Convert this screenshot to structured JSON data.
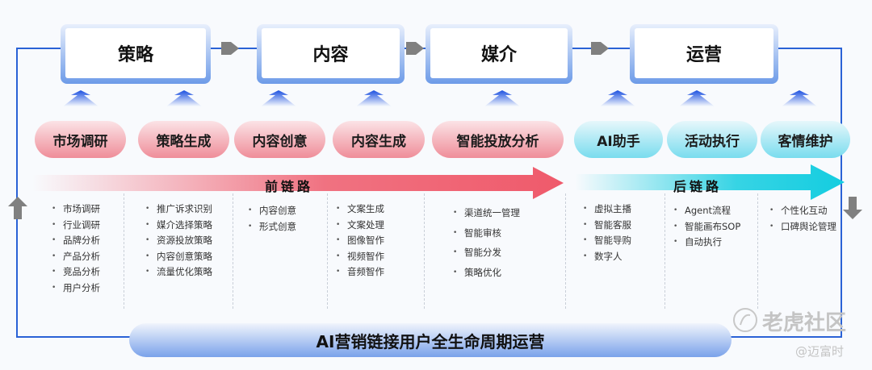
{
  "stages": [
    {
      "label": "策略"
    },
    {
      "label": "内容"
    },
    {
      "label": "媒介"
    },
    {
      "label": "运营"
    }
  ],
  "pills": [
    {
      "label": "市场调研",
      "group": "front"
    },
    {
      "label": "策略生成",
      "group": "front"
    },
    {
      "label": "内容创意",
      "group": "front"
    },
    {
      "label": "内容生成",
      "group": "front"
    },
    {
      "label": "智能投放分析",
      "group": "front"
    },
    {
      "label": "AI助手",
      "group": "back"
    },
    {
      "label": "活动执行",
      "group": "back"
    },
    {
      "label": "客情维护",
      "group": "back"
    }
  ],
  "front_chain": "前链路",
  "back_chain": "后链路",
  "columns": [
    [
      "市场调研",
      "行业调研",
      "品牌分析",
      "产品分析",
      "竞品分析",
      "用户分析"
    ],
    [
      "推广诉求识别",
      "媒介选择策略",
      "资源投放策略",
      "内容创意策略",
      "流量优化策略"
    ],
    [
      "内容创意",
      "形式创意"
    ],
    [
      "文案生成",
      "文案处理",
      "图像智作",
      "视频智作",
      "音频智作"
    ],
    [
      "渠道统一管理",
      "智能审核",
      "智能分发",
      "策略优化"
    ],
    [
      "虚拟主播",
      "智能客服",
      "智能导购",
      "数字人"
    ],
    [
      "Agent流程",
      "智能画布SOP",
      "自动执行"
    ],
    [
      "个性化互动",
      "口碑舆论管理"
    ]
  ],
  "footer": "AI营销链接用户全生命周期运营",
  "watermark": {
    "site": "老虎社区",
    "author": "@迈富时"
  },
  "colors": {
    "frame": "#2a62d6",
    "front": "#ef5a6b",
    "back": "#14cde0",
    "connector": "#808080"
  }
}
